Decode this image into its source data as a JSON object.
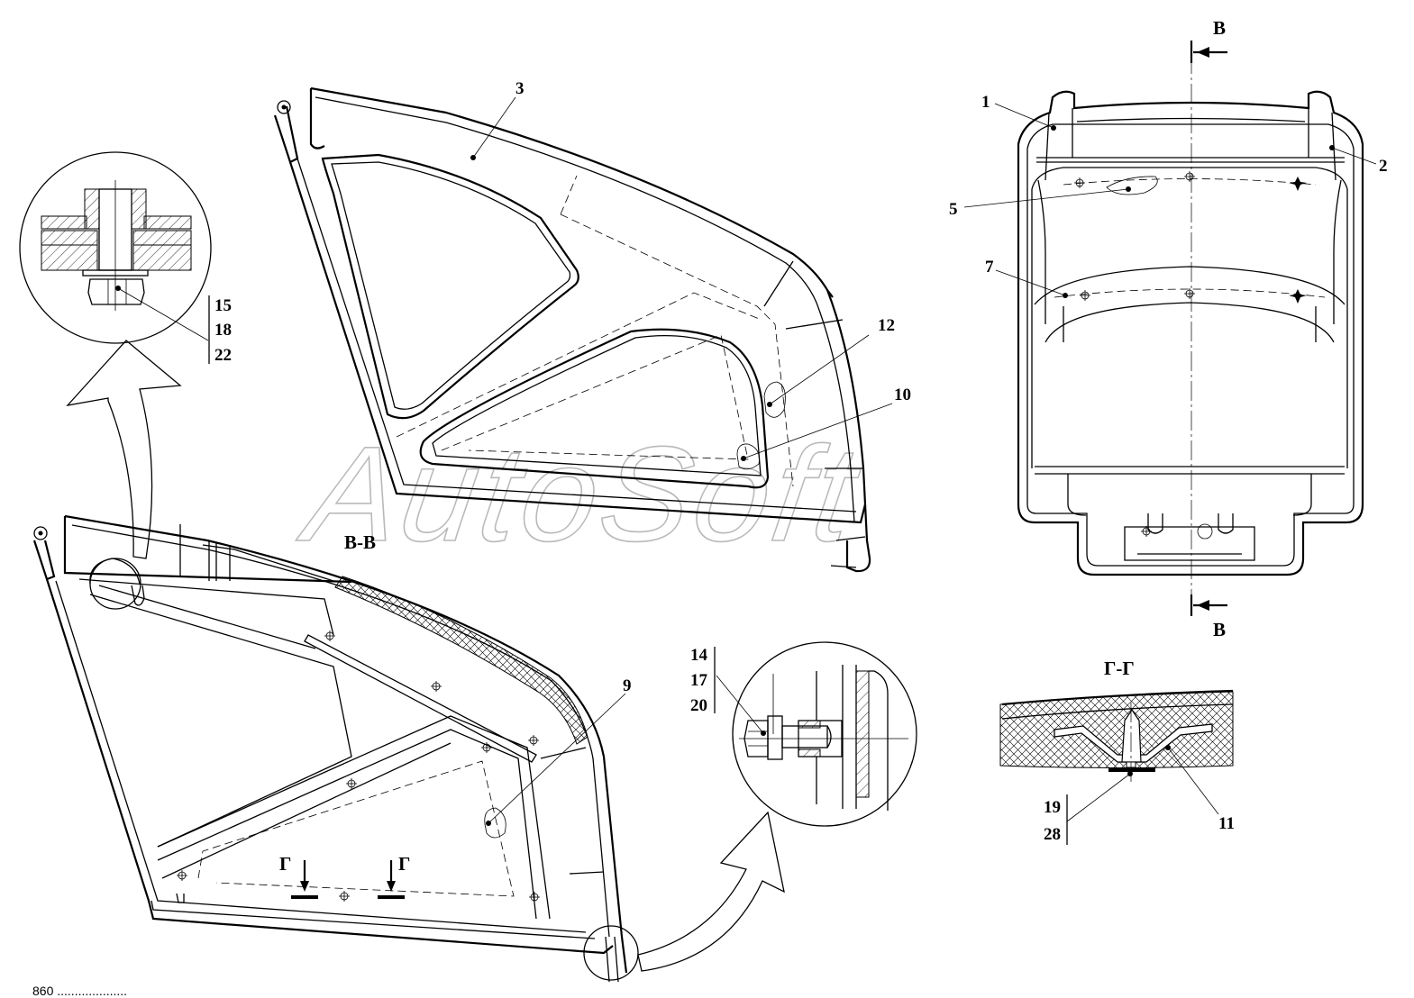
{
  "watermark": "AutoSoft",
  "section_labels": {
    "vv": "В-В",
    "gg": "Г-Г",
    "g_left": "Г",
    "g_right": "Г",
    "b_top": "В",
    "b_bottom": "В"
  },
  "callouts": {
    "p1": "1",
    "p2": "2",
    "p3": "3",
    "p5": "5",
    "p7": "7",
    "p9": "9",
    "p10": "10",
    "p11": "11",
    "p12": "12"
  },
  "stacks": {
    "top_detail": [
      "15",
      "18",
      "22"
    ],
    "right_detail": [
      "14",
      "17",
      "20"
    ],
    "gg_detail": [
      "19",
      "28"
    ]
  },
  "footer_text": "860 ...................."
}
